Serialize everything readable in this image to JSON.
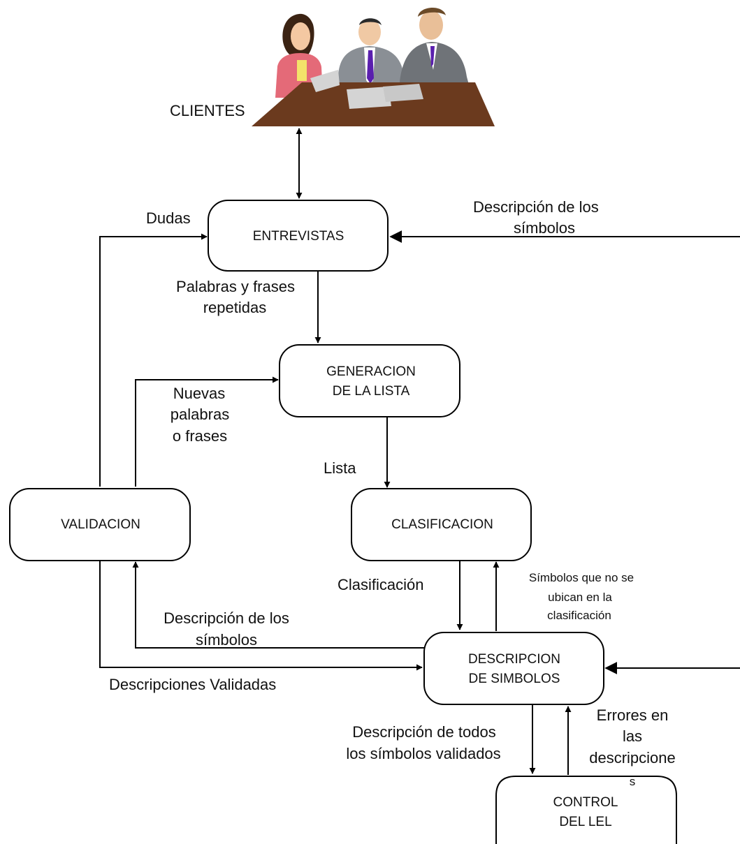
{
  "clients": {
    "label": "CLIENTES"
  },
  "nodes": {
    "entrevistas": [
      "ENTREVISTAS"
    ],
    "generacion": [
      "GENERACION",
      "DE LA LISTA"
    ],
    "clasificacion": [
      "CLASIFICACION"
    ],
    "validacion": [
      "VALIDACION"
    ],
    "descripcion": [
      "DESCRIPCION",
      "DE SIMBOLOS"
    ],
    "control": [
      "CONTROL",
      "DEL LEL"
    ]
  },
  "edges": {
    "dudas": [
      "Dudas"
    ],
    "descripcion_top": [
      "Descripción de  los",
      "símbolos"
    ],
    "palabras": [
      "Palabras y frases",
      "repetidas"
    ],
    "nuevas": [
      "Nuevas",
      "palabras",
      "o frases"
    ],
    "lista": [
      "Lista"
    ],
    "clasificacion": [
      "Clasificación"
    ],
    "simbolos_no": [
      "Símbolos que no se",
      "ubican en la",
      "clasificación"
    ],
    "descripcion_simbolos": [
      "Descripción de los",
      "símbolos"
    ],
    "validadas": [
      "Descripciones Validadas"
    ],
    "todos": [
      "Descripción de  todos",
      "los símbolos  validados"
    ],
    "errores": [
      "Errores en",
      "las",
      "descripcione",
      "s"
    ]
  },
  "colors": {
    "table": "#6b3a1e",
    "woman_top": "#e46a78",
    "man_suit": "#8a8f95",
    "man2_suit": "#6f7378",
    "tie": "#5a1fae",
    "paper": "#d4d4d4"
  }
}
